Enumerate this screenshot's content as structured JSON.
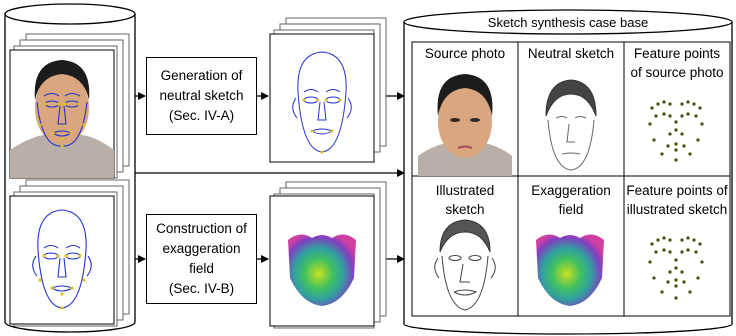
{
  "process_generation": {
    "line1": "Generation of",
    "line2": "neutral sketch",
    "line3": "(Sec. IV-A)"
  },
  "process_construction": {
    "line1": "Construction of",
    "line2": "exaggeration",
    "line3": "field",
    "line4": "(Sec. IV-B)"
  },
  "case_base": {
    "title": "Sketch synthesis case base",
    "cells": [
      {
        "l1": "Source photo",
        "l2": ""
      },
      {
        "l1": "Neutral sketch",
        "l2": ""
      },
      {
        "l1": "Feature points",
        "l2": "of source photo"
      },
      {
        "l1": "Illustrated",
        "l2": "sketch"
      },
      {
        "l1": "Exaggeration",
        "l2": "field"
      },
      {
        "l1": "Feature points of",
        "l2": "illustrated sketch"
      }
    ]
  },
  "colors": {
    "line": "#000000",
    "landmark_blue": "#2233cc",
    "landmark_yellow": "#e0c020",
    "point": "#4a4a10"
  }
}
